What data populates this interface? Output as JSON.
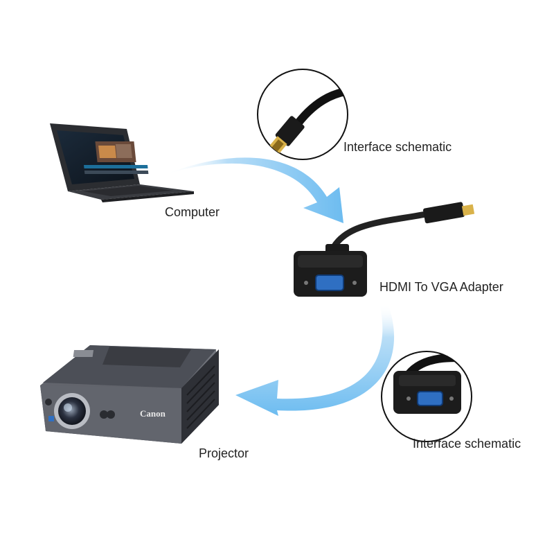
{
  "labels": {
    "computer": "Computer",
    "adapter": "HDMI To VGA Adapter",
    "projector": "Projector",
    "interface_top": "Interface schematic",
    "interface_bottom": "Interface schematic"
  },
  "projector_brand": "Canon",
  "colors": {
    "arrow": "#7cc4f2",
    "laptop_body": "#2b2d31",
    "adapter_body": "#1c1c1c",
    "vga_port": "#2f6fc2",
    "hdmi_gold": "#d9b24a",
    "projector_body": "#5b5e66"
  }
}
